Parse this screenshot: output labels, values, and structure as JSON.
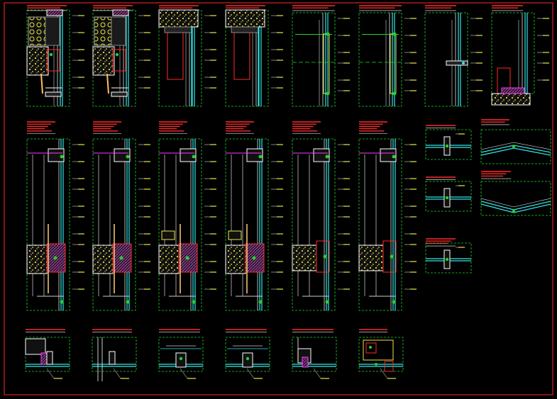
{
  "drawing": {
    "background": "#000000",
    "sheet_border_color": "#ff2a2a",
    "frame_color": "#22d32c",
    "glass_color": "#33e6e6",
    "mullion_color": "#ffffff",
    "annotation_color": "#e9e94a",
    "title_color": "#ff2a2a",
    "insulation_color": "#e8e23a",
    "gasket_color": "#ff3cff"
  },
  "details": {
    "row1_count": 8,
    "row2_count": 6,
    "row3_count": 6,
    "plan_details_count": 3,
    "slope_details_count": 2
  }
}
